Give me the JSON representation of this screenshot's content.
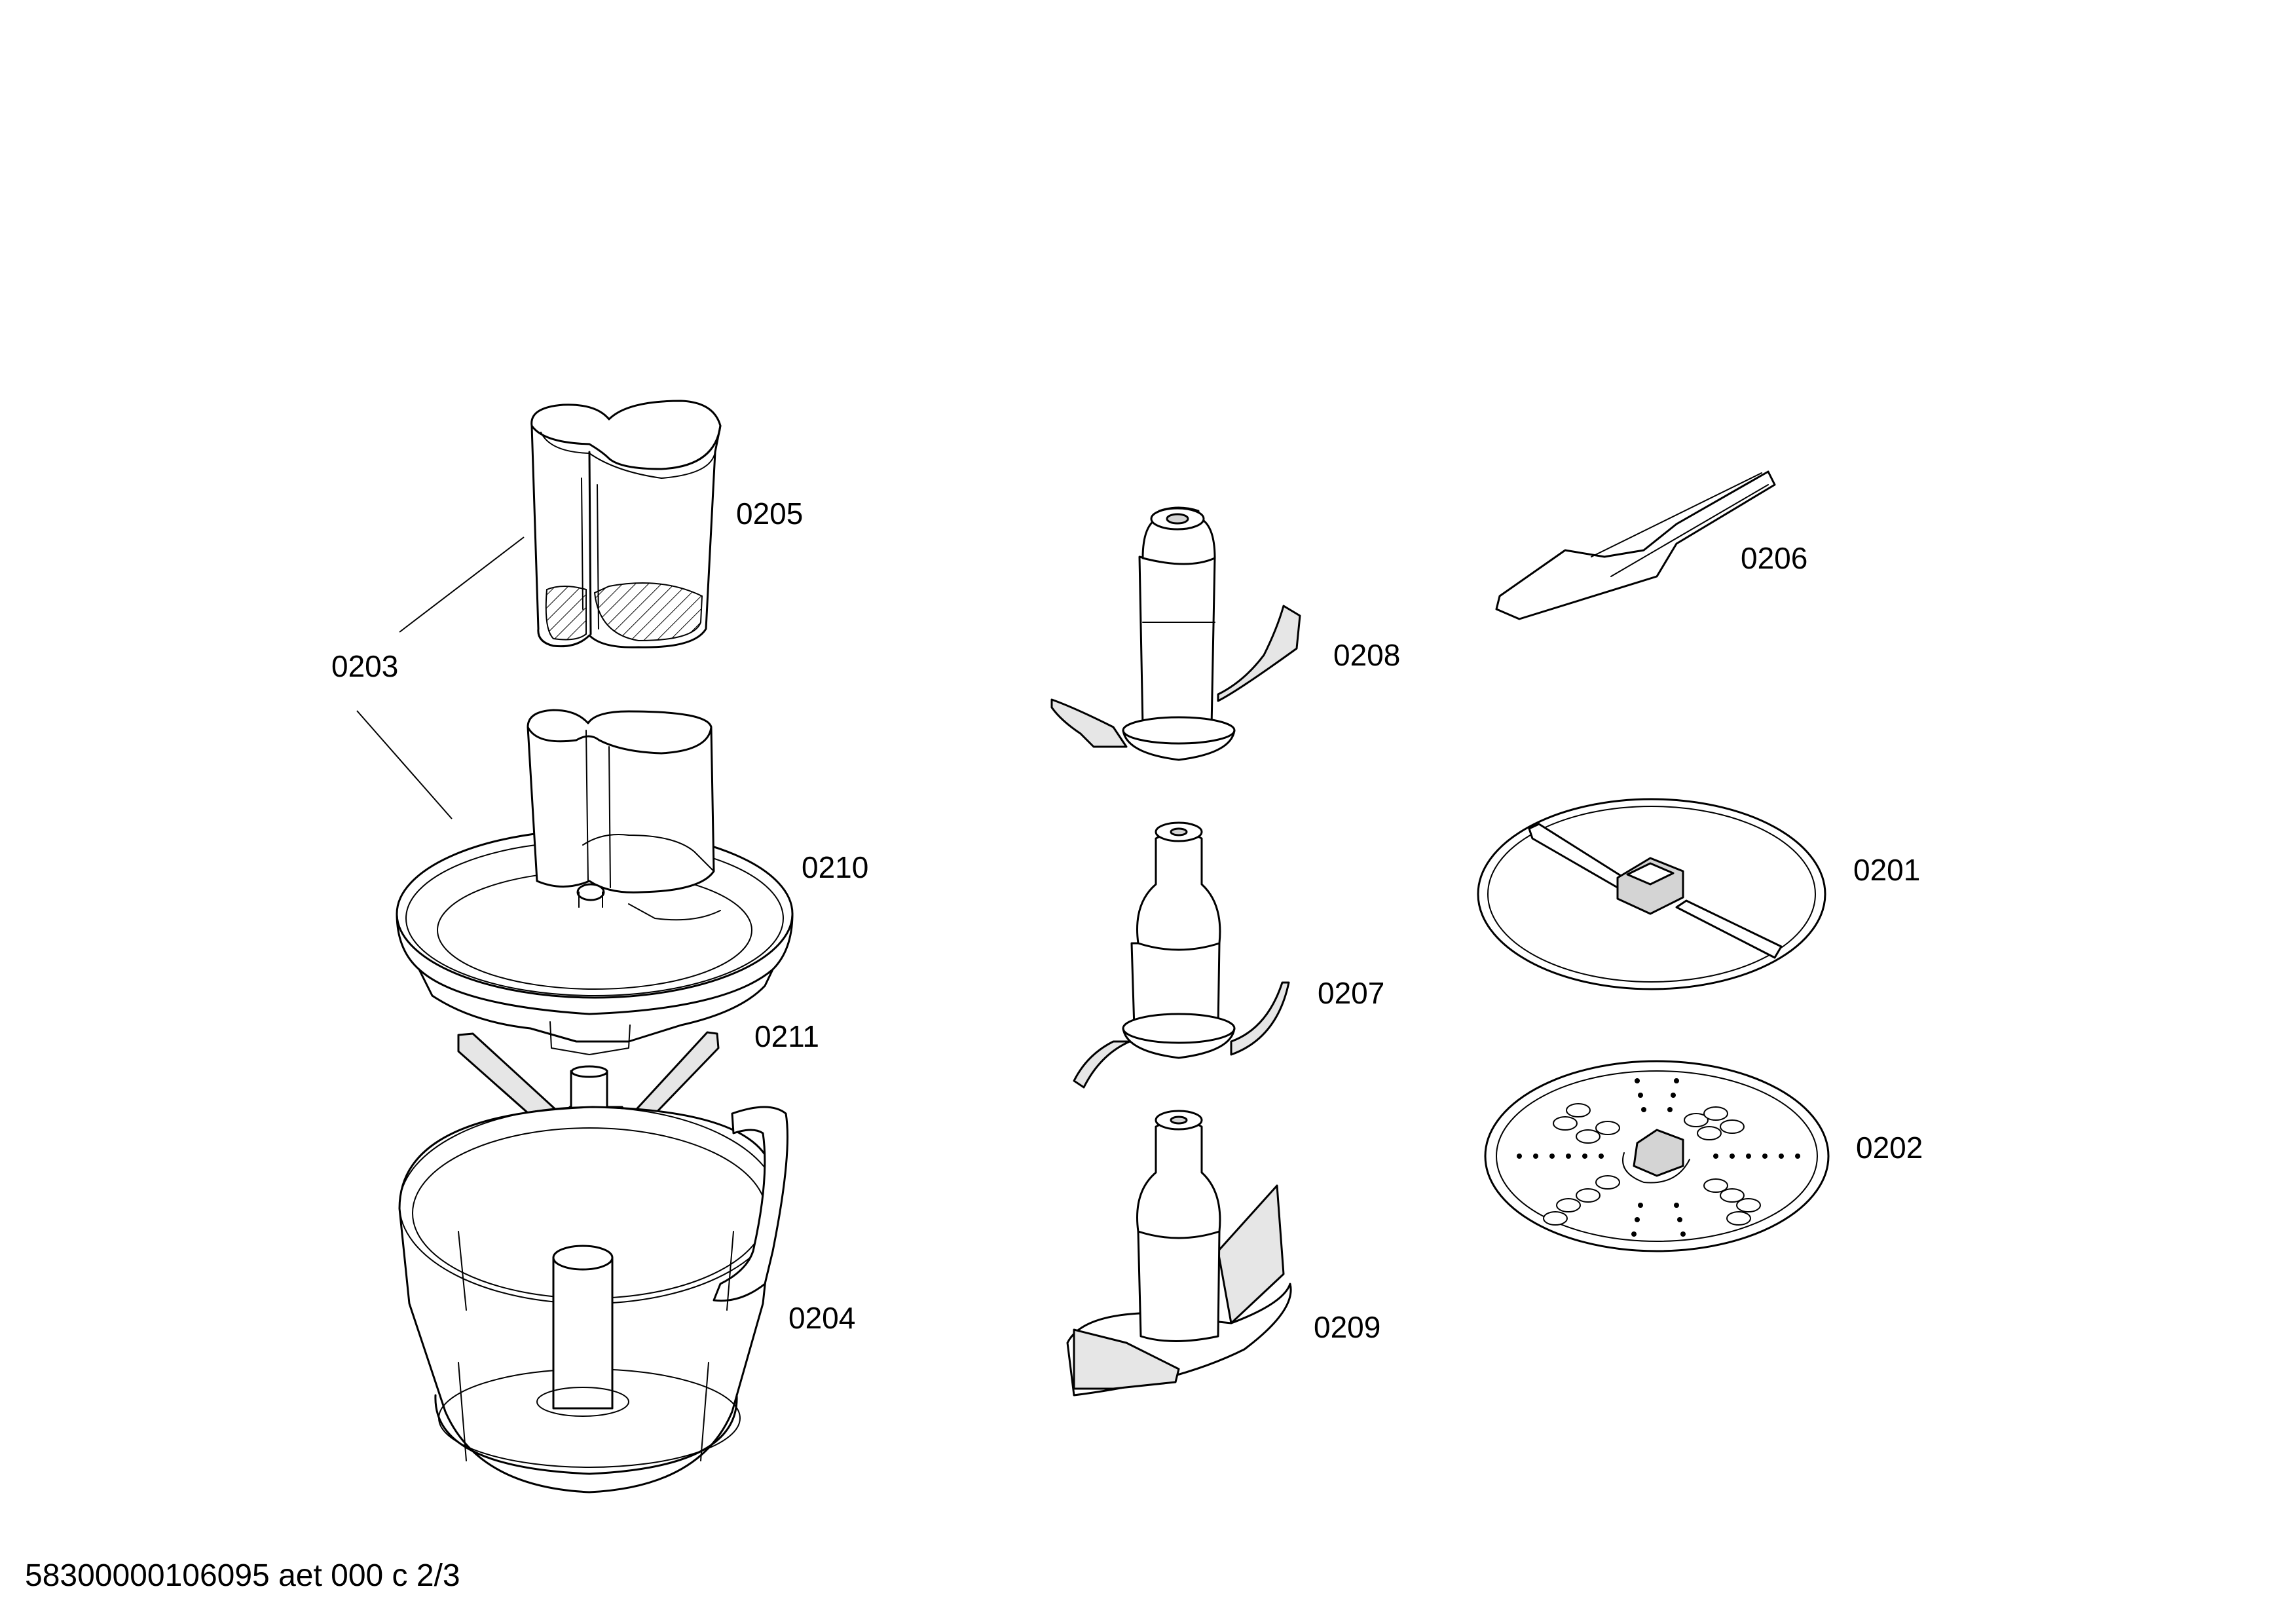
{
  "diagram": {
    "labels": {
      "p0205": "0205",
      "p0203": "0203",
      "p0210": "0210",
      "p0211": "0211",
      "p0204": "0204",
      "p0208": "0208",
      "p0207": "0207",
      "p0209": "0209",
      "p0206": "0206",
      "p0201": "0201",
      "p0202": "0202"
    }
  },
  "footer": {
    "code": "58300000106095 aet 000 c 2/3"
  }
}
